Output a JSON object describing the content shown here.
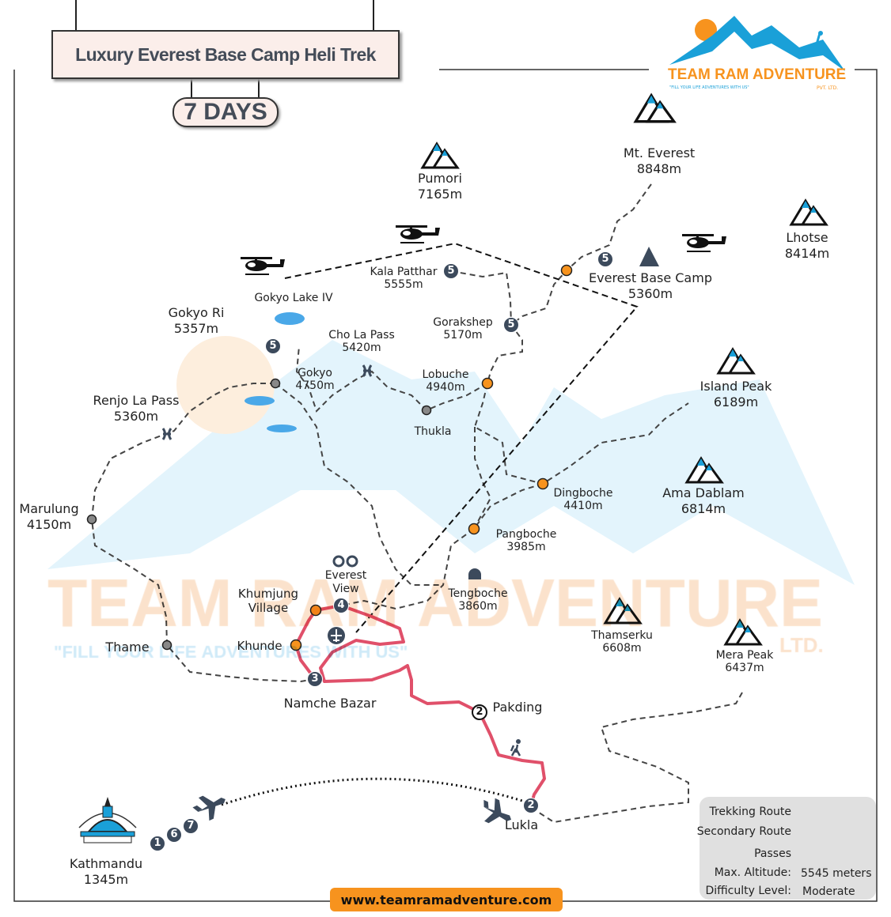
{
  "title": "Luxury Everest Base Camp Heli Trek",
  "duration": "7 DAYS",
  "logo": {
    "name": "TEAM RAM ADVENTURE",
    "tagline": "\"FILL YOUR LIFE ADVENTURES WITH US\"",
    "suffix": "PVT. LTD."
  },
  "watermark": {
    "name": "TEAM RAM ADVENTURE",
    "tagline": "\"FILL YOUR LIFE ADVENTURES WITH US\"",
    "suffix": "LTD."
  },
  "peaks": [
    {
      "name": "Pumori",
      "alt": "7165m"
    },
    {
      "name": "Mt. Everest",
      "alt": "8848m"
    },
    {
      "name": "Lhotse",
      "alt": "8414m"
    },
    {
      "name": "Island Peak",
      "alt": "6189m"
    },
    {
      "name": "Ama Dablam",
      "alt": "6814m"
    },
    {
      "name": "Thamserku",
      "alt": "6608m"
    },
    {
      "name": "Mera Peak",
      "alt": "6437m"
    }
  ],
  "places": {
    "kala_patthar": {
      "name": "Kala Patthar",
      "alt": "5555m"
    },
    "ebc": {
      "name": "Everest Base Camp",
      "alt": "5360m"
    },
    "gokyo_lake": {
      "name": "Gokyo Lake IV"
    },
    "gorakshep": {
      "name": "Gorakshep",
      "alt": "5170m"
    },
    "gokyo_ri": {
      "name": "Gokyo Ri",
      "alt": "5357m"
    },
    "cho_la": {
      "name": "Cho La Pass",
      "alt": "5420m"
    },
    "gokyo": {
      "name": "Gokyo",
      "alt": "4750m"
    },
    "lobuche": {
      "name": "Lobuche",
      "alt": "4940m"
    },
    "renjo_la": {
      "name": "Renjo La Pass",
      "alt": "5360m"
    },
    "thukla": {
      "name": "Thukla"
    },
    "marulung": {
      "name": "Marulung",
      "alt": "4150m"
    },
    "dingboche": {
      "name": "Dingboche",
      "alt": "4410m"
    },
    "pangboche": {
      "name": "Pangboche",
      "alt": "3985m"
    },
    "everest_view": {
      "name": "Everest",
      "name2": "View"
    },
    "khumjung": {
      "name": "Khumjung",
      "name2": "Village"
    },
    "tengboche": {
      "name": "Tengboche",
      "alt": "3860m"
    },
    "thame": {
      "name": "Thame"
    },
    "khunde": {
      "name": "Khunde"
    },
    "namche": {
      "name": "Namche Bazar"
    },
    "pakding": {
      "name": "Pakding"
    },
    "lukla": {
      "name": "Lukla"
    },
    "kathmandu": {
      "name": "Kathmandu",
      "alt": "1345m"
    }
  },
  "day_markers": [
    "5",
    "5",
    "5",
    "5",
    "4",
    "3",
    "2",
    "2",
    "1",
    "6",
    "7"
  ],
  "legend": {
    "trekking_route": "Trekking Route",
    "secondary_route": "Secondary Route",
    "passes": "Passes",
    "max_altitude_label": "Max. Altitude:",
    "max_altitude": "5545 meters",
    "difficulty_label": "Difficulty Level:",
    "difficulty": "Moderate"
  },
  "website": "www.teamramadventure.com",
  "colors": {
    "trekking_route": "#e0506a",
    "stop_orange": "#f7931e",
    "stop_gray": "#888888",
    "marker": "#3c4a5c",
    "accent_blue": "#1aa0d8"
  }
}
